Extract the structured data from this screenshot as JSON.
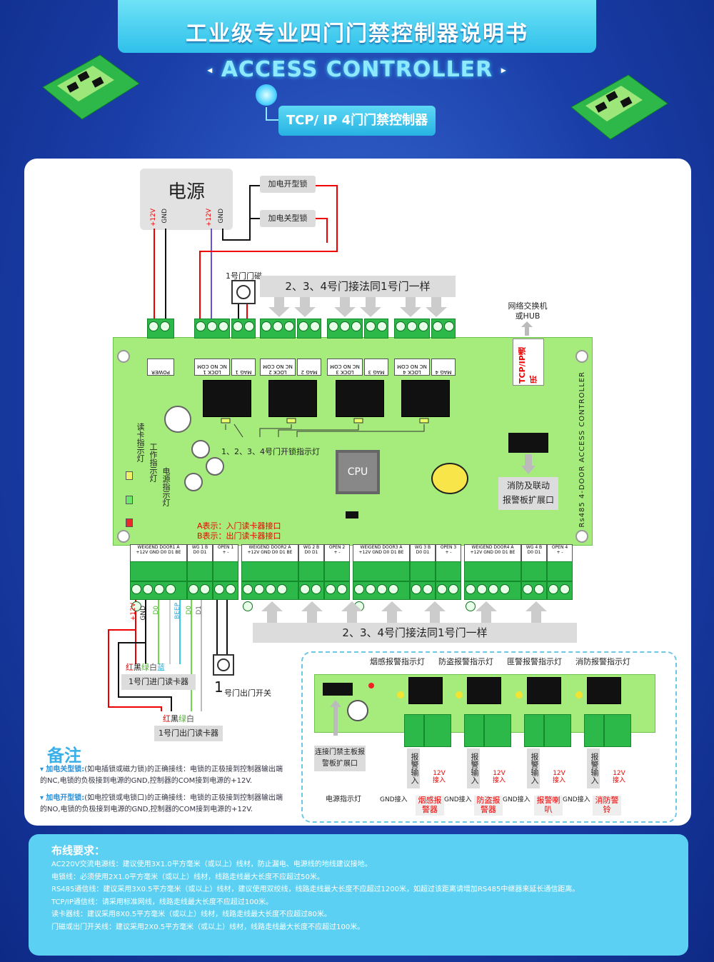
{
  "header": {
    "title": "工业级专业四门门禁控制器说明书",
    "subtitle": "ACCESS CONTROLLER",
    "product": "TCP/ IP 4门门禁控制器"
  },
  "power": {
    "title": "电源",
    "plus12v_1": "+12V",
    "gnd_1": "GND",
    "plus12v_2": "+12V",
    "gnd_2": "GND"
  },
  "locks": {
    "open_type": "加电开型锁",
    "close_type": "加电关型锁",
    "door1_mag": "1号门门磁",
    "same_top": "2、3、4号门接法同1号门一样",
    "same_bottom": "2、3、4号门接法同1号门一样"
  },
  "network": {
    "switch": "网络交换机",
    "hub": "或HUB",
    "tcp_label": "TCP/IP通讯"
  },
  "pcb": {
    "top_terminals": [
      "POWER",
      "LOCK 1",
      "MAG 1",
      "LOCK 2",
      "MAG 2",
      "LOCK 3",
      "MAG 3",
      "LOCK 4",
      "MAG 4"
    ],
    "nc_no_com": "NC NO COM",
    "bottom_terminals": [
      "WEIGEND DOOR1 A",
      "WG 1 B",
      "OPEN 1",
      "WEIGEND DOOR2 A",
      "WG 2 B",
      "OPEN 2",
      "WEIGEND DOOR3 A",
      "WG 3 B",
      "OPEN 3",
      "WEIGEND DOOR4 A",
      "WG 4 B",
      "OPEN 4"
    ],
    "pins_wg": "+12V GND D0 D1 BE",
    "pins_b": "D0 D1",
    "pins_open": "+ -",
    "unlock_indicator": "1、2、3、4号门开锁指示灯",
    "cpu": "CPU",
    "reader_led": "读卡指示灯",
    "work_led": "工作指示灯",
    "power_led": "电源指示灯",
    "a_note": "A表示：入门读卡器接口",
    "b_note": "B表示：出门读卡器接口",
    "side_text": "Rs485 4-DOOR ACCESS CONTROLLER",
    "fire": "消防及联动",
    "alarm_ext": "报警板扩展口"
  },
  "wiring": {
    "w_plus12v": "+12V",
    "w_gnd": "GND",
    "w_d0": "D0",
    "w_beep": "BEEP",
    "w_d0b": "D0",
    "w_d1b": "D1",
    "colors_in": [
      "红",
      "黑",
      "绿",
      "白",
      "蓝"
    ],
    "reader_in": "1号门进门读卡器",
    "colors_out": [
      "红",
      "黑",
      "绿",
      "白"
    ],
    "reader_out": "1号门出门读卡器",
    "exit_num": "1",
    "exit_switch": "号门出门开关"
  },
  "alarm": {
    "smoke": "烟感报警指示灯",
    "theft": "防盗报警指示灯",
    "bandit": "匪警报警指示灯",
    "fire": "消防报警指示灯",
    "connect": "连接门禁主板报警板扩展口",
    "power_led": "电源指示灯",
    "input": "报警输入",
    "v12": "12V接入",
    "gnd_in": "GND接入",
    "outputs": [
      "烟感报警器",
      "防盗报警器",
      "报警喇叭",
      "消防警铃"
    ]
  },
  "notes": {
    "title": "备注",
    "close_key": "加电关型锁:",
    "close_text": "(如电插锁或磁力锁)的正确接线：电锁的正极接到控制器输出端的NC,电锁的负极接到电源的GND,控制器的COM接到电源的+12V.",
    "open_key": "加电开型锁:",
    "open_text": "(如电控锁或电锁口)的正确接线：电锁的正极接到控制器输出端的NO,电锁的负极接到电源的GND,控制器的COM接到电源的+12V."
  },
  "requirements": {
    "title": "布线要求：",
    "lines": [
      "AC220V交流电源线：建议使用3X1.0平方毫米（或以上）线材，防止漏电、电源线的地线建议接地。",
      "电锁线：必须使用2X1.0平方毫米（或以上）线材，线路走线最大长度不应超过50米。",
      "RS485通信线：建议采用3X0.5平方毫米（或以上）线材，建议使用双绞线，线路走线最大长度不应超过1200米，如超过该距离请增加RS485中继器来延长通信距离。",
      "TCP/IP通信线：请采用标准网线，线路走线最大长度不应超过100米。",
      "读卡器线：建议采用8X0.5平方毫米（或以上）线材，线路走线最大长度不应超过80米。",
      "门磁或出门开关线：建议采用2X0.5平方毫米（或以上）线材，线路走线最大长度不应超过100米。"
    ]
  }
}
